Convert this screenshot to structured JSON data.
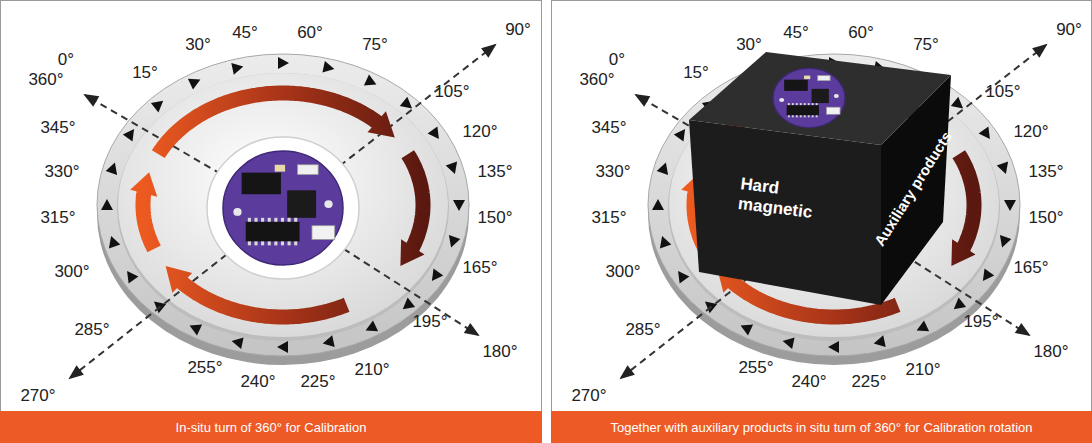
{
  "diagram": {
    "nodes": [
      {
        "text": [
          "In-situ turn of 360° for Calibration"
        ]
      },
      {
        "text": [
          "Hard magnetic",
          "Auxiliary products"
        ]
      },
      {
        "text": [
          "Together with auxiliary products in situ turn of 360° for Calibration rotation"
        ]
      }
    ],
    "labels": [
      "0°",
      "360°",
      "15°",
      "30°",
      "45°",
      "60°",
      "75°",
      "90°",
      "105°",
      "120°",
      "135°",
      "150°",
      "165°",
      "180°",
      "195°",
      "210°",
      "225°",
      "240°",
      "255°",
      "270°",
      "285°",
      "300°",
      "315°",
      "330°",
      "345°",
      "0°",
      "360°",
      "15°",
      "30°",
      "45°",
      "60°",
      "75°",
      "90°",
      "105°",
      "120°",
      "135°",
      "150°",
      "165°",
      "180°",
      "195°",
      "210°",
      "225°",
      "240°",
      "255°",
      "270°",
      "285°",
      "300°",
      "315°",
      "330°",
      "345°"
    ]
  }
}
